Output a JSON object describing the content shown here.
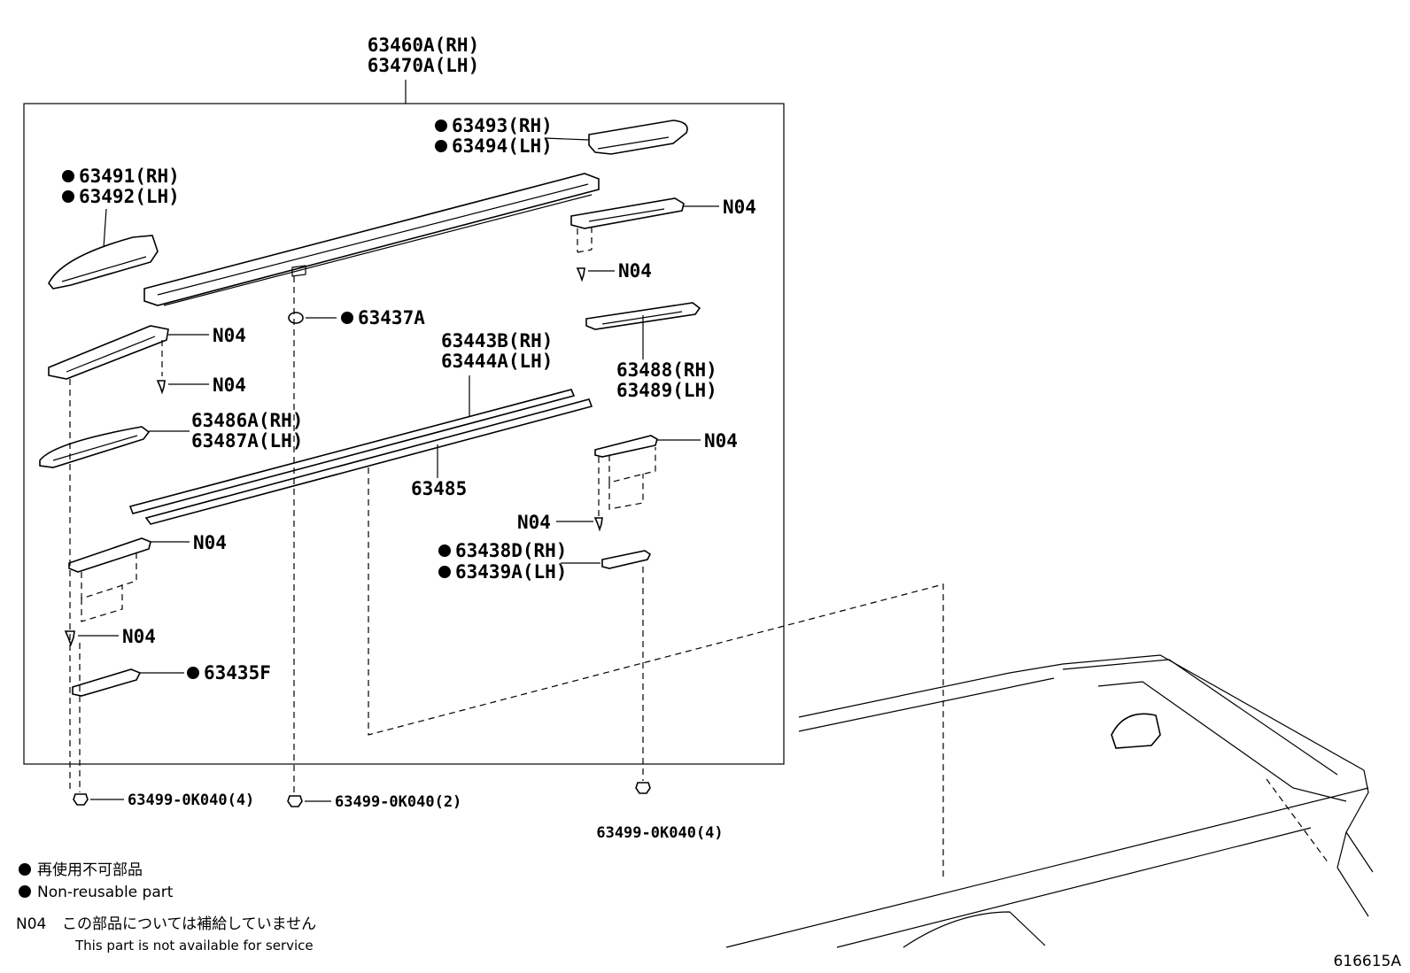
{
  "assembly": {
    "rh": "63460A(RH)",
    "lh": "63470A(LH)"
  },
  "parts": {
    "p63493": "63493(RH)",
    "p63494": "63494(LH)",
    "p63491": "63491(RH)",
    "p63492": "63492(LH)",
    "p63437": "63437A",
    "p63443": "63443B(RH)",
    "p63444": "63444A(LH)",
    "p63488": "63488(RH)",
    "p63489": "63489(LH)",
    "p63486": "63486A(RH)",
    "p63487": "63487A(LH)",
    "p63485": "63485",
    "p63438": "63438D(RH)",
    "p63439": "63439A(LH)",
    "p63435": "63435F",
    "clip_left": "63499-0K040(4)",
    "clip_mid": "63499-0K040(2)",
    "clip_right": "63499-0K040(4)",
    "n04": "N04"
  },
  "legend": {
    "jp_nonreuse": "再使用不可部品",
    "en_nonreuse": "Non-reusable part",
    "code": "N04",
    "jp_na": "この部品については補給していません",
    "en_na": "This part is not available for service"
  },
  "figure_id": "616615A"
}
